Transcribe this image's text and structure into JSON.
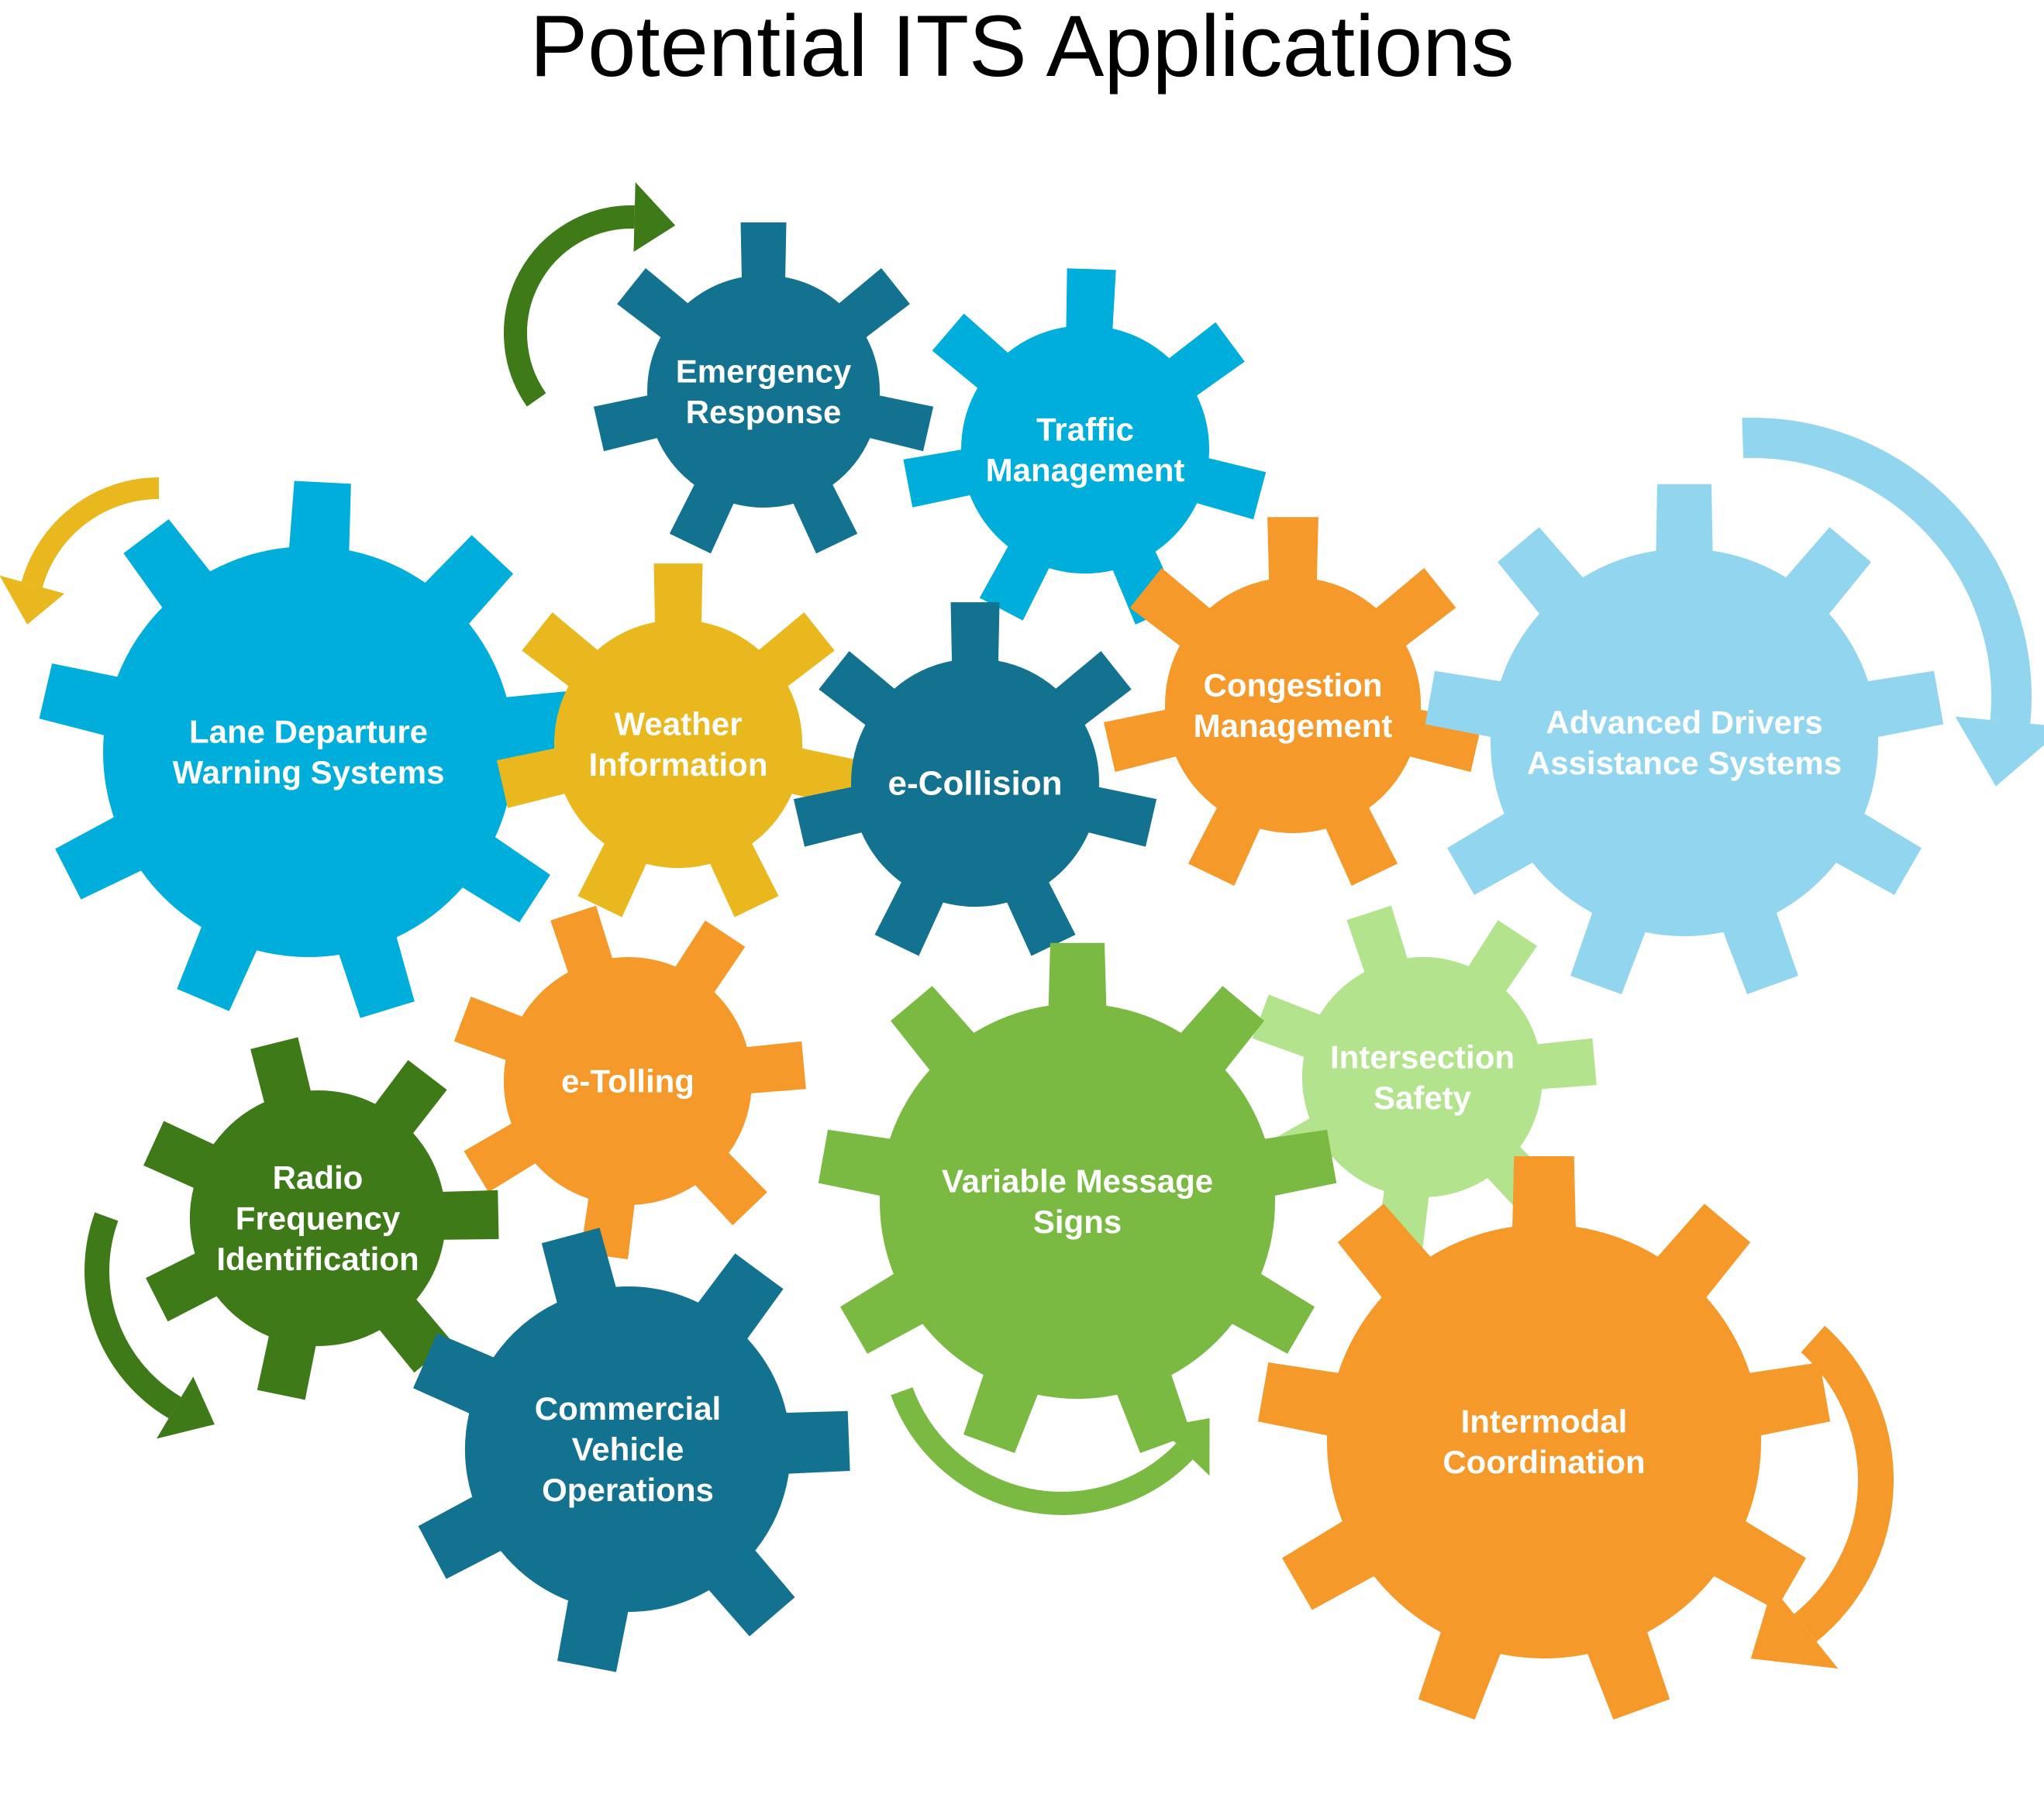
{
  "title": "Potential ITS Applications",
  "colors": {
    "dark_teal": "#12728F",
    "cyan": "#00AEDB",
    "light_blue": "#92D5EE",
    "yellow": "#E9B81F",
    "orange": "#F5992A",
    "dark_green": "#3F7A18",
    "green": "#7ABA43",
    "light_green": "#B3E48D"
  },
  "gears": [
    {
      "id": "emergency-response",
      "lines": [
        "Emergency",
        "Response"
      ],
      "color": "#12728F"
    },
    {
      "id": "traffic-management",
      "lines": [
        "Traffic",
        "Management"
      ],
      "color": "#00AEDB"
    },
    {
      "id": "lane-departure-warning-systems",
      "lines": [
        "Lane Departure",
        "Warning Systems"
      ],
      "color": "#00AEDB"
    },
    {
      "id": "weather-information",
      "lines": [
        "Weather",
        "Information"
      ],
      "color": "#E9B81F"
    },
    {
      "id": "e-collision",
      "lines": [
        "e-Collision"
      ],
      "color": "#12728F"
    },
    {
      "id": "congestion-management",
      "lines": [
        "Congestion",
        "Management"
      ],
      "color": "#F5992A"
    },
    {
      "id": "advanced-drivers-assistance-systems",
      "lines": [
        "Advanced Drivers",
        "Assistance Systems"
      ],
      "color": "#92D5EE"
    },
    {
      "id": "e-tolling",
      "lines": [
        "e-Tolling"
      ],
      "color": "#F5992A"
    },
    {
      "id": "intersection-safety",
      "lines": [
        "Intersection",
        "Safety"
      ],
      "color": "#B3E48D"
    },
    {
      "id": "radio-frequency-identification",
      "lines": [
        "Radio",
        "Frequency",
        "Identification"
      ],
      "color": "#3F7A18"
    },
    {
      "id": "variable-message-signs",
      "lines": [
        "Variable Message",
        "Signs"
      ],
      "color": "#7ABA43"
    },
    {
      "id": "commercial-vehicle-operations",
      "lines": [
        "Commercial",
        "Vehicle",
        "Operations"
      ],
      "color": "#12728F"
    },
    {
      "id": "intermodal-coordination",
      "lines": [
        "Intermodal",
        "Coordination"
      ],
      "color": "#F5992A"
    }
  ],
  "arrows": [
    {
      "id": "emergency-response-arrow",
      "color": "#3F7A18"
    },
    {
      "id": "lane-departure-arrow",
      "color": "#E9B81F"
    },
    {
      "id": "advanced-drivers-arrow",
      "color": "#92D5EE"
    },
    {
      "id": "radio-frequency-arrow",
      "color": "#3F7A18"
    },
    {
      "id": "variable-message-arrow",
      "color": "#7ABA43"
    },
    {
      "id": "intermodal-arrow",
      "color": "#F5992A"
    }
  ]
}
